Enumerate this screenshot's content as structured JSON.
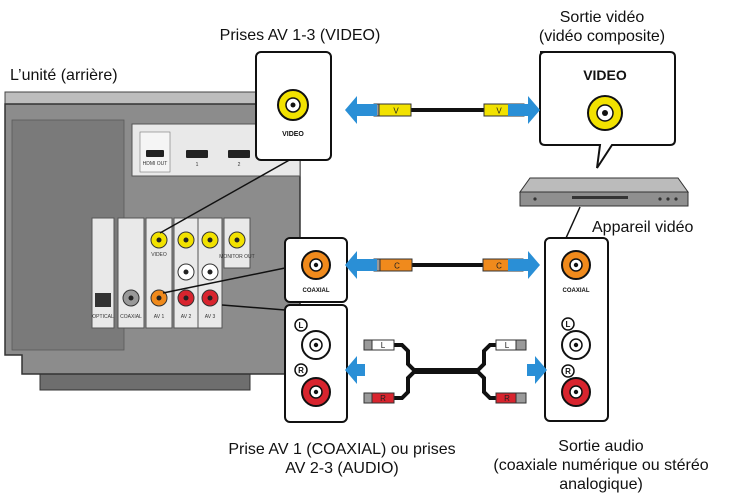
{
  "labels": {
    "av_jacks_video": "Prises AV 1-3 (VIDEO)",
    "video_output_title": "Sortie vidéo",
    "video_output_subtitle": "(vidéo composite)",
    "unit_rear": "L’unité (arrière)",
    "video_device": "Appareil vidéo",
    "av_coaxial_line1": "Prise AV 1 (COAXIAL) ou prises",
    "av_coaxial_line2": "AV 2-3 (AUDIO)",
    "audio_output_line1": "Sortie audio",
    "audio_output_line2": "(coaxiale numérique ou stéréo",
    "audio_output_line3": "analogique)"
  },
  "jack_labels": {
    "video_small": "VIDEO",
    "video_large": "VIDEO",
    "coaxial_left": "COAXIAL",
    "coaxial_right": "COAXIAL",
    "left_channel": "L",
    "right_channel": "R"
  },
  "plug_labels": {
    "video": "V",
    "coaxial": "C",
    "left": "L",
    "right": "R"
  },
  "rear_panel_labels": {
    "hdmi_out": "HDMI OUT",
    "hdmi_1": "1",
    "hdmi_2": "2",
    "video": "VIDEO",
    "monitor_out": "MONITOR OUT",
    "optical": "OPTICAL",
    "coaxial": "COAXIAL",
    "av1": "AV 1",
    "av2": "AV 2",
    "av3": "AV 3"
  },
  "colors": {
    "video_yellow": "#f2e200",
    "coaxial_orange": "#f08a1c",
    "audio_red": "#d8242e",
    "audio_white": "#ffffff",
    "arrow_blue": "#2a8fd6",
    "panel_gray": "#8c8c8c"
  }
}
